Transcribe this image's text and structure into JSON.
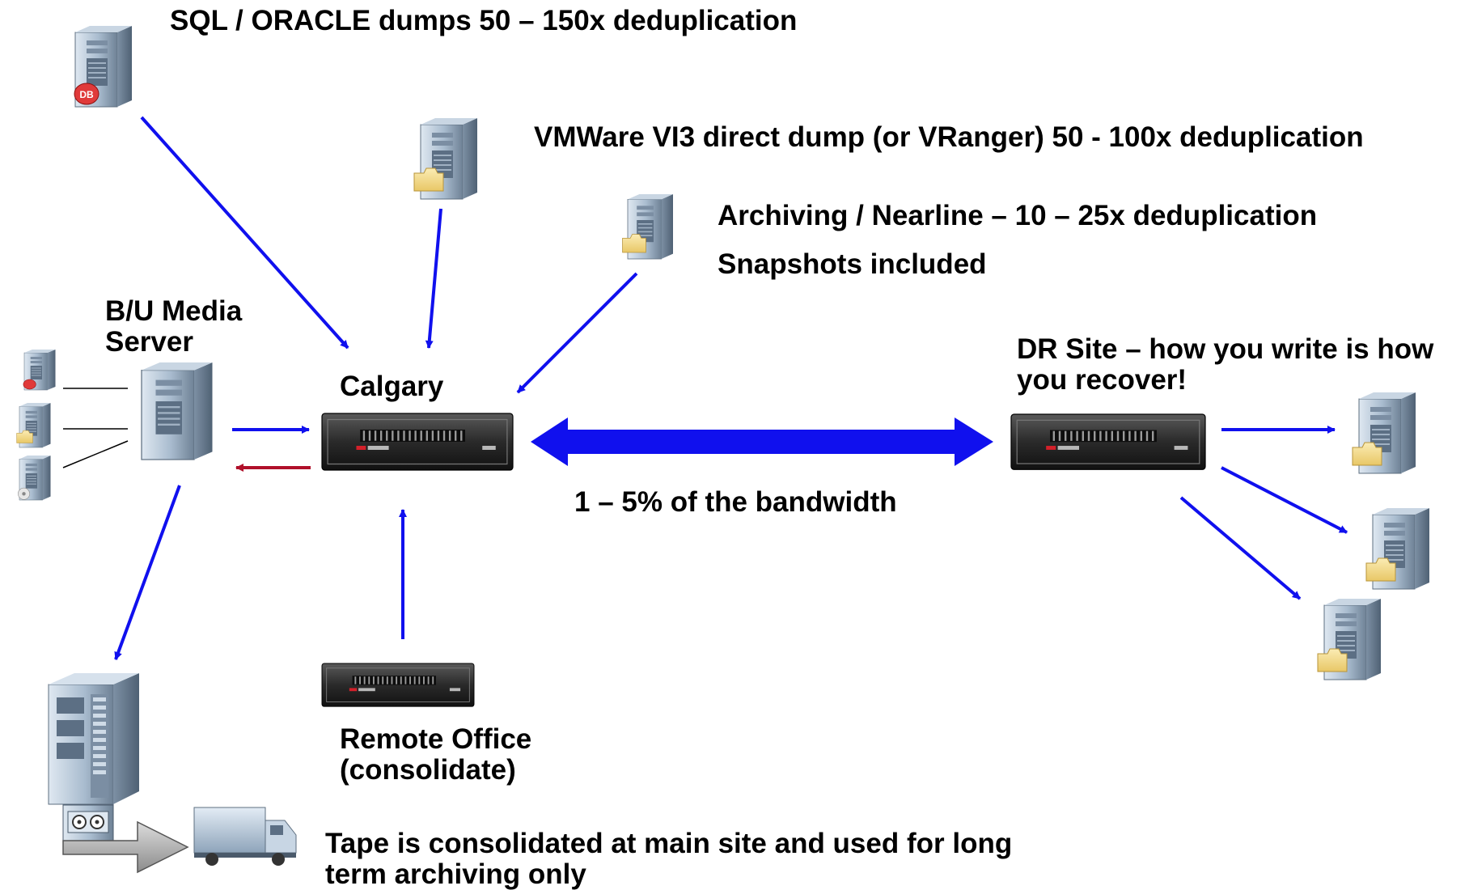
{
  "labels": {
    "sql": "SQL / ORACLE dumps 50 – 150x deduplication",
    "vmware": "VMWare VI3 direct dump (or VRanger) 50 - 100x deduplication",
    "archiving": "Archiving / Nearline  – 10 – 25x deduplication",
    "snapshots": "Snapshots included",
    "media_line1": "B/U Media",
    "media_line2": "Server",
    "calgary": "Calgary",
    "dr_line1": "DR Site – how you write is how",
    "dr_line2": "you recover!",
    "bandwidth": "1 – 5% of the bandwidth",
    "remote_line1": "Remote Office",
    "remote_line2": "(consolidate)",
    "tape_line1": "Tape is consolidated at main site and used for long",
    "tape_line2": "term archiving only",
    "db_badge": "DB"
  },
  "colors": {
    "flow_arrow": "#1010ee",
    "return_arrow": "#b0102a",
    "server_body": "#9fb3c8",
    "appliance": "#2b2b2b",
    "folder": "#f3d98a"
  },
  "icons": [
    "server-tower-icon",
    "database-badge-icon",
    "folder-icon",
    "disc-icon",
    "storage-appliance-icon",
    "tape-drive-icon",
    "truck-icon",
    "arrow-icon"
  ]
}
